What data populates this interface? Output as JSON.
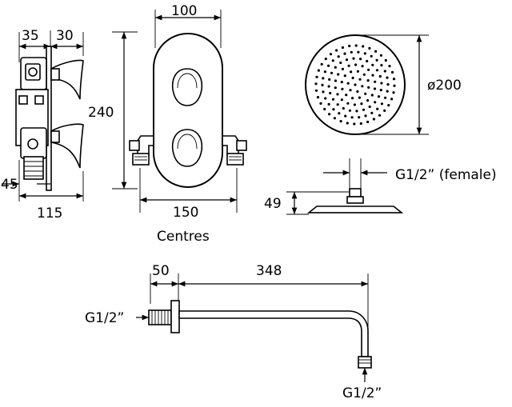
{
  "labels": {
    "valve_top_left": "35",
    "valve_top_right": "30",
    "valve_height": "240",
    "valve_bottom_left": "45",
    "valve_depth": "115",
    "plate_width": "100",
    "plate_centres": "150",
    "centres_caption": "Centres",
    "head_diameter": "ø200",
    "head_connection": "G1/2” (female)",
    "head_height": "49",
    "arm_wall": "50",
    "arm_length": "348",
    "arm_inlet": "G1/2”",
    "arm_outlet": "G1/2”"
  },
  "colors": {
    "line": "#000000",
    "background": "#ffffff"
  }
}
